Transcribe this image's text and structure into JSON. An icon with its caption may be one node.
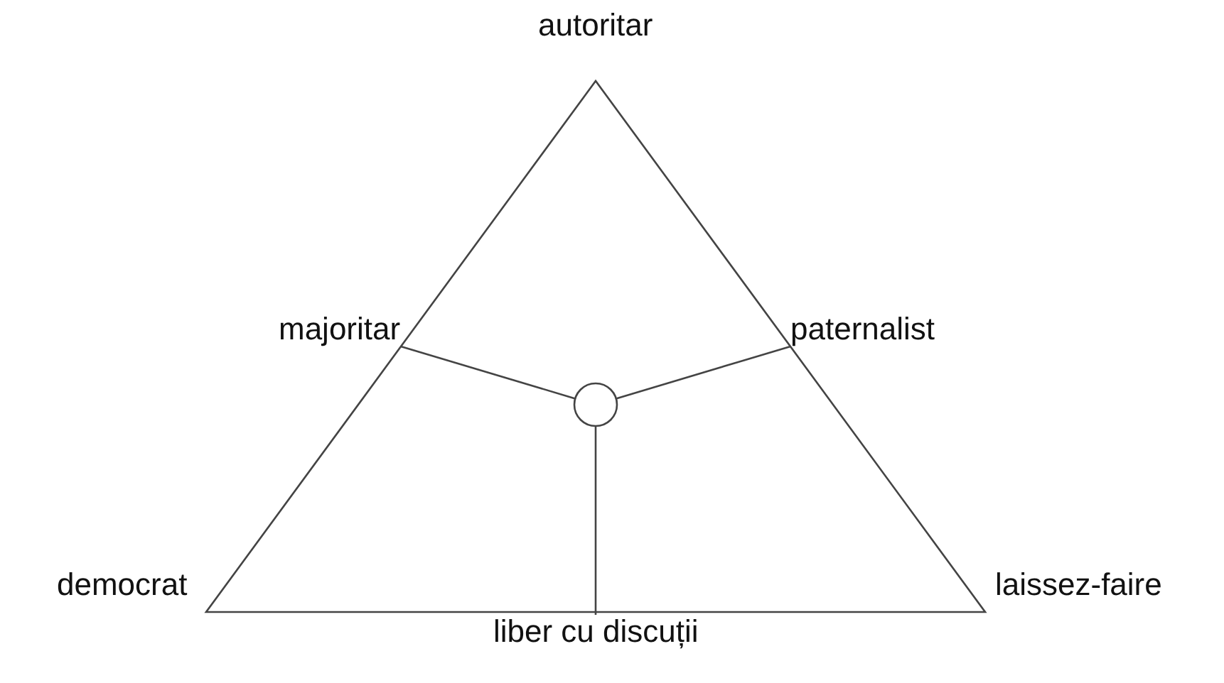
{
  "diagram": {
    "nodes": [
      {
        "text": [
          "majoritar"
        ]
      },
      {
        "text": [
          "paternalist"
        ]
      },
      {
        "text": [],
        "shape": "circle"
      },
      {
        "text": [
          "liber cu discuții"
        ]
      }
    ],
    "edges": [
      {
        "from": 0,
        "to": 2,
        "arrow": "none"
      },
      {
        "from": 1,
        "to": 2,
        "arrow": "none"
      },
      {
        "from": 3,
        "to": 2,
        "arrow": "none"
      }
    ],
    "labels": [
      "autoritar",
      "democrat",
      "laissez-faire"
    ]
  }
}
